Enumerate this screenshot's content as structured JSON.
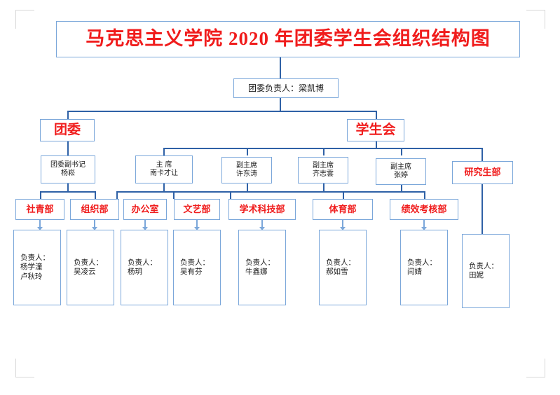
{
  "document": {
    "title": "马克思主义学院 2020 年团委学生会组织结构图",
    "title_color": "#f01c1c",
    "box_border_color": "#7ba7da",
    "connector_color": "#2f61a6",
    "background": "#ffffff"
  },
  "chart_data": {
    "type": "diagram",
    "title": "马克思主义学院 2020 年团委学生会组织结构图",
    "root": {
      "label": "团委负责人：梁凯博"
    },
    "branches": [
      {
        "label": "团委"
      },
      {
        "label": "学生会"
      }
    ]
  },
  "nodes": {
    "root": "团委负责人：梁凯博",
    "branch_league": "团委",
    "branch_union": "学生会",
    "league_vice_secretary": "团委副书记\n杨崧",
    "chairman": "主  席\n南卡才让",
    "vice_chair_1": "副主席\n许东涛",
    "vice_chair_2": "副主席\n齐志雲",
    "vice_chair_3": "副主席\n张婷",
    "grad_dept": "研究生部",
    "dept_shequ": "社青部",
    "dept_zuzhi": "组织部",
    "dept_bangongshi": "办公室",
    "dept_wenyi": "文艺部",
    "dept_xueshu": "学术科技部",
    "dept_tiyu": "体育部",
    "dept_jixiao": "绩效考核部",
    "person_shequ": "负责人：\n杨学潼\n卢秋玲",
    "person_zuzhi": "负责人：\n吴凌云",
    "person_bangongshi": "负责人：\n杨玥",
    "person_wenyi": "负责人：\n吴有芬",
    "person_xueshu": "负责人：\n牛鑫娜",
    "person_tiyu": "负责人：\n郝如雪",
    "person_jixiao": "负责人：\n闫婧",
    "person_grad": "负责人：\n田妮"
  }
}
